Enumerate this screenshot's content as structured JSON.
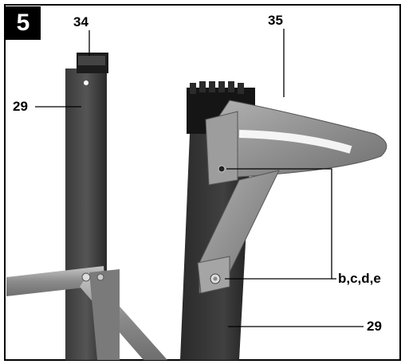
{
  "figure": {
    "number": "5"
  },
  "callouts": {
    "c34": "34",
    "c35": "35",
    "c29_left": "29",
    "c29_right": "29",
    "cbcde": "b,c,d,e"
  },
  "colors": {
    "leg": "#2d2d2d",
    "bracket": "#8a8a8a",
    "frame_bar": "#9a9a9a",
    "background": "#ffffff"
  }
}
